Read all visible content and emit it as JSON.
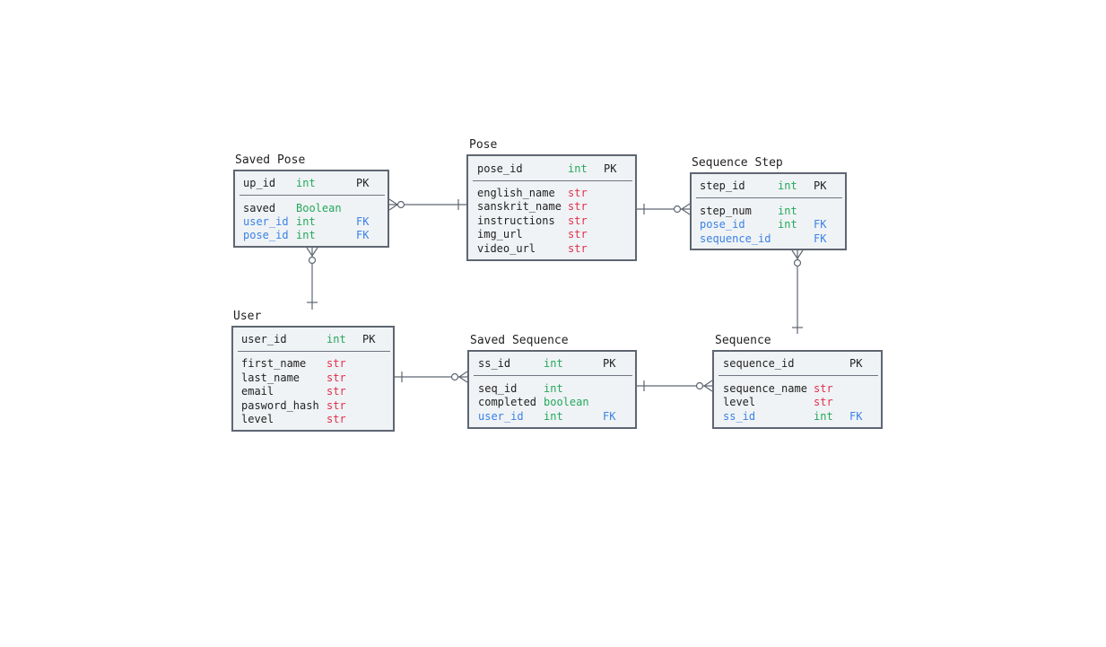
{
  "colors": {
    "border": "#5f6672",
    "fill": "#f0f3f5",
    "str": "#e0304e",
    "int": "#23a85c",
    "foreign_key": "#3a82e6",
    "line": "#5f6672"
  },
  "entities": {
    "saved_pose": {
      "title": "Saved Pose",
      "pk": {
        "name": "up_id",
        "type": "int",
        "key": "PK"
      },
      "fields": [
        {
          "name": "saved",
          "type": "Boolean",
          "key": ""
        },
        {
          "name": "user_id",
          "type": "int",
          "key": "FK"
        },
        {
          "name": "pose_id",
          "type": "int",
          "key": "FK"
        }
      ]
    },
    "pose": {
      "title": "Pose",
      "pk": {
        "name": "pose_id",
        "type": "int",
        "key": "PK"
      },
      "fields": [
        {
          "name": "english_name",
          "type": "str",
          "key": ""
        },
        {
          "name": "sanskrit_name",
          "type": "str",
          "key": ""
        },
        {
          "name": "instructions",
          "type": "str",
          "key": ""
        },
        {
          "name": "img_url",
          "type": "str",
          "key": ""
        },
        {
          "name": "video_url",
          "type": "str",
          "key": ""
        }
      ]
    },
    "sequence_step": {
      "title": "Sequence Step",
      "pk": {
        "name": "step_id",
        "type": "int",
        "key": "PK"
      },
      "fields": [
        {
          "name": "step_num",
          "type": "int",
          "key": ""
        },
        {
          "name": "pose_id",
          "type": "int",
          "key": "FK"
        },
        {
          "name": "sequence_id",
          "type": "",
          "key": "FK"
        }
      ]
    },
    "user": {
      "title": "User",
      "pk": {
        "name": "user_id",
        "type": "int",
        "key": "PK"
      },
      "fields": [
        {
          "name": "first_name",
          "type": "str",
          "key": ""
        },
        {
          "name": "last_name",
          "type": "str",
          "key": ""
        },
        {
          "name": "email",
          "type": "str",
          "key": ""
        },
        {
          "name": "pasword_hash",
          "type": "str",
          "key": ""
        },
        {
          "name": "level",
          "type": "str",
          "key": ""
        }
      ]
    },
    "saved_sequence": {
      "title": "Saved Sequence",
      "pk": {
        "name": "ss_id",
        "type": "int",
        "key": "PK"
      },
      "fields": [
        {
          "name": "seq_id",
          "type": "int",
          "key": ""
        },
        {
          "name": "completed",
          "type": "boolean",
          "key": ""
        },
        {
          "name": "user_id",
          "type": "int",
          "key": "FK"
        }
      ]
    },
    "sequence": {
      "title": "Sequence",
      "pk": {
        "name": "sequence_id",
        "type": "",
        "key": "PK"
      },
      "fields": [
        {
          "name": "sequence_name",
          "type": "str",
          "key": ""
        },
        {
          "name": "level",
          "type": "str",
          "key": ""
        },
        {
          "name": "ss_id",
          "type": "int",
          "key": "FK"
        }
      ]
    }
  },
  "relationships": [
    {
      "from": "saved_pose",
      "from_end": "zero-or-many",
      "to": "pose",
      "to_end": "one"
    },
    {
      "from": "pose",
      "from_end": "one",
      "to": "sequence_step",
      "to_end": "zero-or-many"
    },
    {
      "from": "saved_pose",
      "from_end": "zero-or-many",
      "to": "user",
      "to_end": "one"
    },
    {
      "from": "sequence_step",
      "from_end": "zero-or-many",
      "to": "sequence",
      "to_end": "one"
    },
    {
      "from": "user",
      "from_end": "one",
      "to": "saved_sequence",
      "to_end": "zero-or-many"
    },
    {
      "from": "saved_sequence",
      "from_end": "one",
      "to": "sequence",
      "to_end": "zero-or-many"
    }
  ]
}
